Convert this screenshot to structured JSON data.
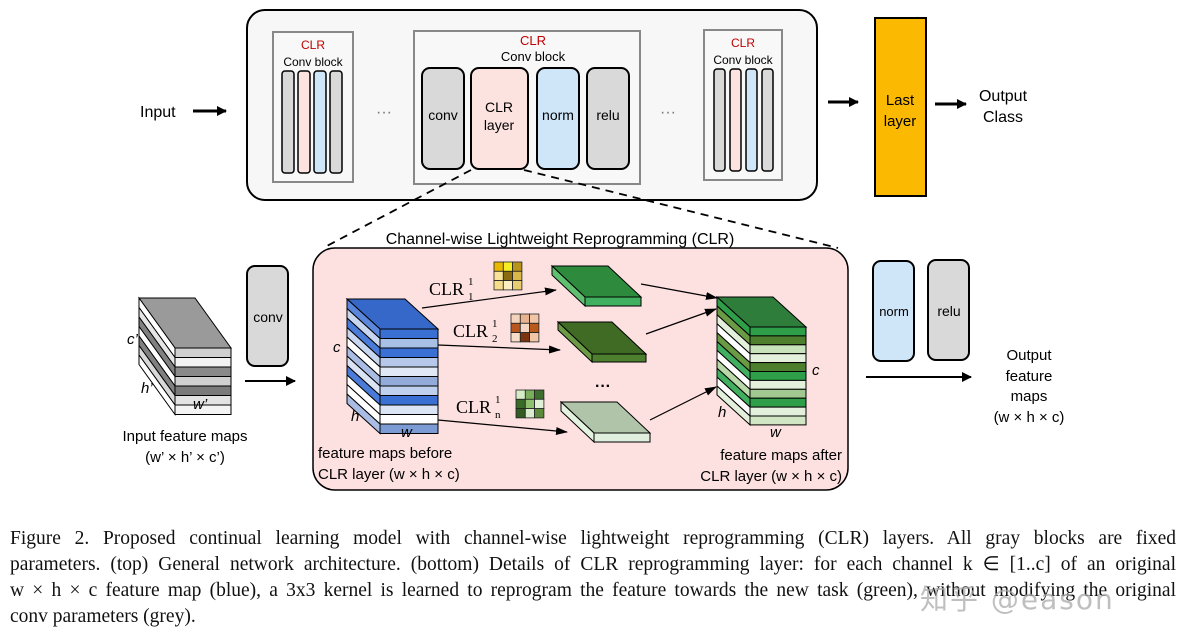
{
  "top_panel": {
    "input_label": "Input",
    "ellipsis": "···",
    "small_blocks": [
      {
        "clr_label": "CLR",
        "title": "Conv block"
      },
      {
        "clr_label": "CLR",
        "title": "Conv block"
      }
    ],
    "main_block": {
      "clr_label": "CLR",
      "title": "Conv block",
      "layers": [
        {
          "line1": "conv",
          "line2": ""
        },
        {
          "line1": "CLR",
          "line2": "layer"
        },
        {
          "line1": "norm",
          "line2": ""
        },
        {
          "line1": "relu",
          "line2": ""
        }
      ]
    },
    "last_layer": {
      "line1": "Last",
      "line2": "layer"
    },
    "output": {
      "line1": "Output",
      "line2": "Class"
    }
  },
  "bottom_panel": {
    "title": "Channel-wise Lightweight Reprogramming (CLR)",
    "input_maps": {
      "c_label": "c’",
      "h_label": "h’",
      "w_label": "w’",
      "caption_line1": "Input feature maps",
      "caption_line2": "(w’ × h’ × c’)"
    },
    "conv_label": "conv",
    "before_maps": {
      "c_label": "c",
      "h_label": "h",
      "w_label": "w",
      "caption_line1": "feature maps before",
      "caption_line2": "CLR layer (w × h × c)"
    },
    "kernels": [
      {
        "label": "CLR",
        "sup": "1",
        "sub": "1",
        "colors": [
          "#e8b800",
          "#f6ee22",
          "#b8941a",
          "#f8e39a",
          "#8a6b12",
          "#d9b84a",
          "#f5dc8a",
          "#fbeec0",
          "#e8cc70"
        ]
      },
      {
        "label": "CLR",
        "sup": "1",
        "sub": "2",
        "colors": [
          "#f3d4bb",
          "#e9b38f",
          "#f1c6a8",
          "#b8561e",
          "#f4d6c2",
          "#b85a1e",
          "#f5ddc8",
          "#7a3510",
          "#f0c8a8"
        ]
      },
      {
        "label": "CLR",
        "sup": "1",
        "sub": "n",
        "colors": [
          "#d6ecc8",
          "#7aae5a",
          "#3e6e2e",
          "#3a6a28",
          "#8ec070",
          "#e0f0d6",
          "#335c22",
          "#d9eccd",
          "#5a8a3a"
        ]
      }
    ],
    "dots": "···",
    "after_maps": {
      "c_label": "c",
      "h_label": "h",
      "w_label": "w",
      "caption_line1": "feature maps after",
      "caption_line2": "CLR layer (w × h × c)"
    },
    "norm_label": "norm",
    "relu_label": "relu",
    "output": {
      "line1": "Output",
      "line2": "feature",
      "line3": "maps",
      "line4": "(w × h × c)"
    }
  },
  "colors": {
    "gray_block": "#d9d9d9",
    "clr_pink": "#fde3e0",
    "norm_blue": "#cfe6f8",
    "last_layer_orange": "#fbb901",
    "clr_red": "#c00000",
    "panel_pink": "#fde0e0",
    "panel_gray": "#f7f7f7"
  },
  "caption": {
    "line1": "Figure 2.   Proposed continual learning model with channel-wise lightweight reprogramming (CLR) layers.  All gray blocks are fixed",
    "line2": "parameters. (top) General network architecture. (bottom) Details of CLR reprogramming layer: for each channel k ∈ [1..c] of an original",
    "line3": "w × h × c feature map (blue), a 3x3 kernel is learned to reprogram the feature towards the new task (green), without modifying the original",
    "line4": "conv parameters (grey)."
  },
  "watermark": "知乎 @eason"
}
